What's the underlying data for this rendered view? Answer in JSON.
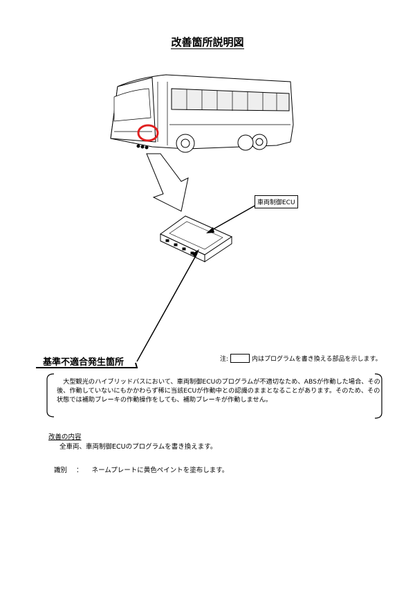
{
  "title": "改善箇所説明図",
  "ecu_label": "車両制御ECU",
  "section_heading": "基準不適合発生箇所",
  "note": {
    "prefix": "注:",
    "suffix": "内はプログラムを書き換える部品を示します。"
  },
  "description": "　大型観光のハイブリッドバスにおいて、車両制御ECUのプログラムが不適切なため、ABSが作動した場合、その後、作動していないにもかかわらず稀に当該ECUが作動中との認識のままとなることがあります。そのため、その状態では補助ブレーキの作動操作をしても、補助ブレーキが作動しません。",
  "improvement": {
    "heading": "改善の内容",
    "text": "全車両、車両制御ECUのプログラムを書き換えます。"
  },
  "identification": {
    "label": "識別",
    "separator": "：",
    "text": "ネームプレートに黄色ペイントを塗布します。"
  },
  "colors": {
    "highlight_circle": "#e02020"
  }
}
